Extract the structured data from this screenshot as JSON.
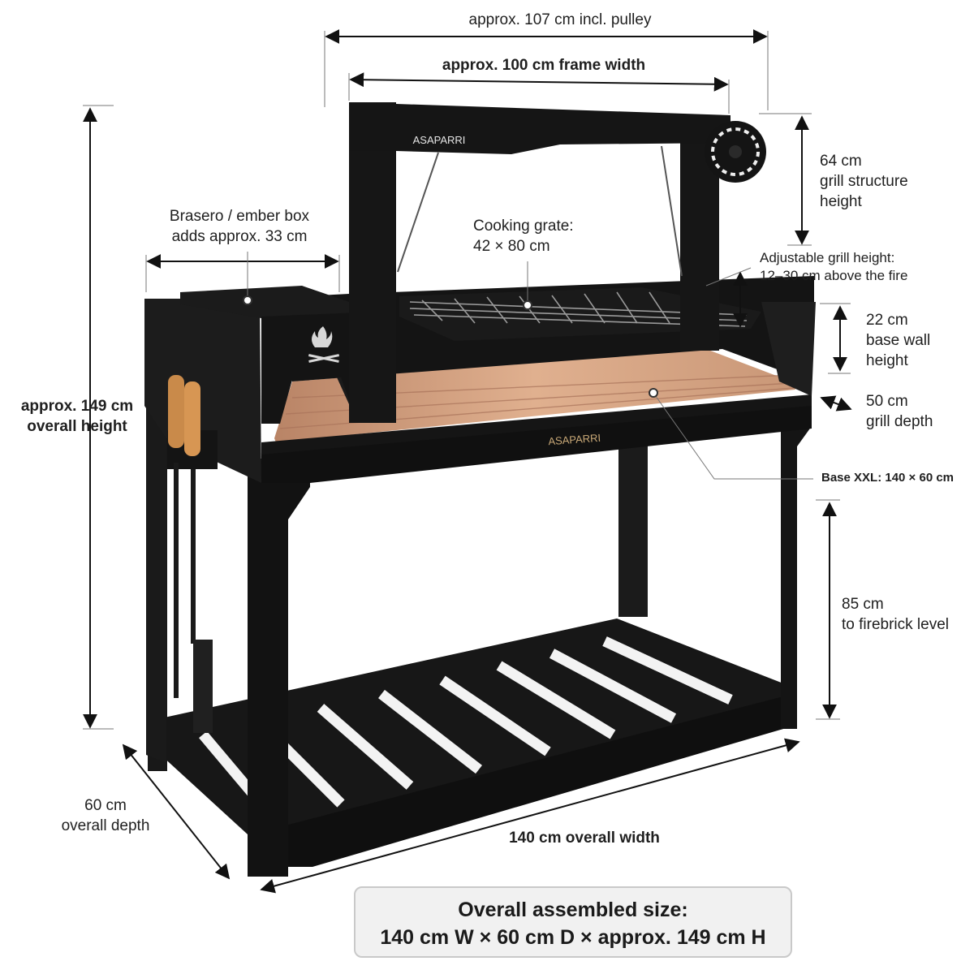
{
  "brand": "ASAPARRI",
  "dimensions": {
    "width_pulley": "approx. 107 cm incl. pulley",
    "frame_width": "approx. 100 cm frame width",
    "structure_height_1": "64 cm",
    "structure_height_2": "grill structure",
    "structure_height_3": "height",
    "brasero_1": "Brasero / ember box",
    "brasero_2": "adds approx. 33 cm",
    "grate_1": "Cooking grate:",
    "grate_2": "42 × 80 cm",
    "adjustable_1": "Adjustable grill height:",
    "adjustable_2": "12–30 cm above the fire",
    "base_wall_1": "22 cm",
    "base_wall_2": "base wall",
    "base_wall_3": "height",
    "grill_depth_1": "50 cm",
    "grill_depth_2": "grill depth",
    "base_xxl": "Base XXL: 140 × 60 cm",
    "overall_height_1": "approx. 149 cm",
    "overall_height_2": "overall height",
    "firebrick_1": "85 cm",
    "firebrick_2": "to firebrick level",
    "overall_depth_1": "60 cm",
    "overall_depth_2": "overall depth",
    "overall_width": "140 cm overall width"
  },
  "summary": {
    "line1": "Overall assembled size:",
    "line2": "140 cm W × 60 cm D × approx. 149 cm H"
  },
  "colors": {
    "frame": "#141414",
    "firebrick": "#c98f6a",
    "handle": "#c98a4a",
    "box_bg": "#f1f1f1"
  }
}
